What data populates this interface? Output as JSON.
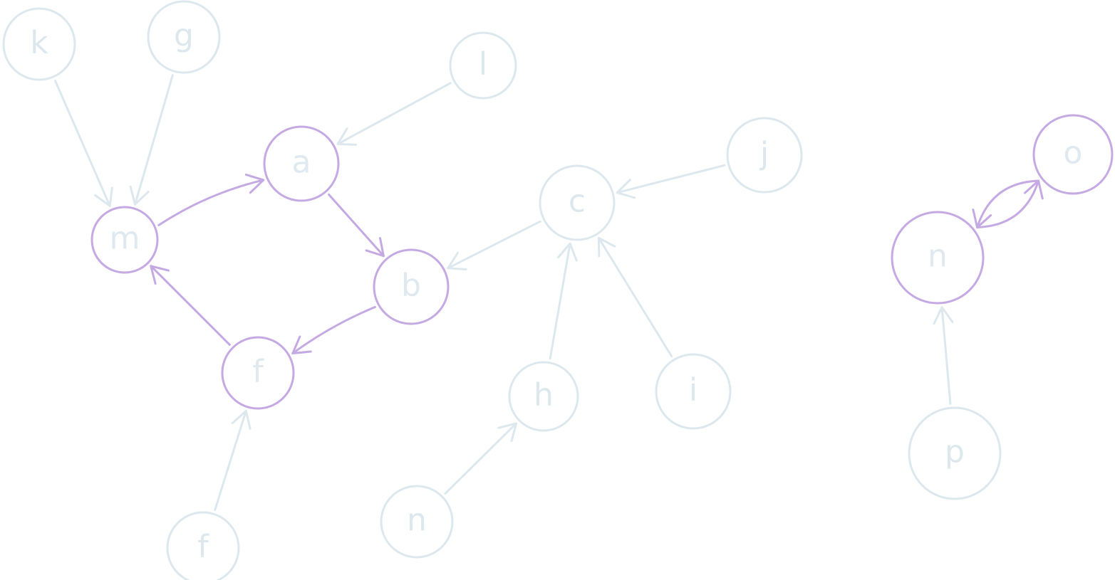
{
  "colors": {
    "cycle": "#c5a9e3",
    "normal": "#dde8ee",
    "cycle_text": "#dfe9ef",
    "normal_text": "#dde8ee"
  },
  "nodes": [
    {
      "id": "k1",
      "label": "k",
      "cycle": false
    },
    {
      "id": "g1",
      "label": "g",
      "cycle": false
    },
    {
      "id": "l1",
      "label": "l",
      "cycle": false
    },
    {
      "id": "a1",
      "label": "a",
      "cycle": true
    },
    {
      "id": "m1",
      "label": "m",
      "cycle": true
    },
    {
      "id": "b1",
      "label": "b",
      "cycle": true
    },
    {
      "id": "f1",
      "label": "f",
      "cycle": true
    },
    {
      "id": "f2",
      "label": "f",
      "cycle": false
    },
    {
      "id": "c1",
      "label": "c",
      "cycle": false
    },
    {
      "id": "j1",
      "label": "j",
      "cycle": false
    },
    {
      "id": "h1",
      "label": "h",
      "cycle": false
    },
    {
      "id": "i1",
      "label": "i",
      "cycle": false
    },
    {
      "id": "n1",
      "label": "n",
      "cycle": false
    },
    {
      "id": "o1",
      "label": "o",
      "cycle": true
    },
    {
      "id": "n2",
      "label": "n",
      "cycle": true
    },
    {
      "id": "p1",
      "label": "p",
      "cycle": false
    }
  ],
  "edges": [
    {
      "from": "k1",
      "to": "m1",
      "cycle": false
    },
    {
      "from": "g1",
      "to": "m1",
      "cycle": false
    },
    {
      "from": "l1",
      "to": "a1",
      "cycle": false
    },
    {
      "from": "m1",
      "to": "a1",
      "cycle": true
    },
    {
      "from": "a1",
      "to": "b1",
      "cycle": true
    },
    {
      "from": "b1",
      "to": "f1",
      "cycle": true
    },
    {
      "from": "f1",
      "to": "m1",
      "cycle": true
    },
    {
      "from": "f2",
      "to": "f1",
      "cycle": false
    },
    {
      "from": "c1",
      "to": "b1",
      "cycle": false
    },
    {
      "from": "j1",
      "to": "c1",
      "cycle": false
    },
    {
      "from": "h1",
      "to": "c1",
      "cycle": false
    },
    {
      "from": "i1",
      "to": "c1",
      "cycle": false
    },
    {
      "from": "n1",
      "to": "h1",
      "cycle": false
    },
    {
      "from": "n2",
      "to": "o1",
      "cycle": true
    },
    {
      "from": "o1",
      "to": "n2",
      "cycle": true
    },
    {
      "from": "p1",
      "to": "n2",
      "cycle": false
    }
  ]
}
